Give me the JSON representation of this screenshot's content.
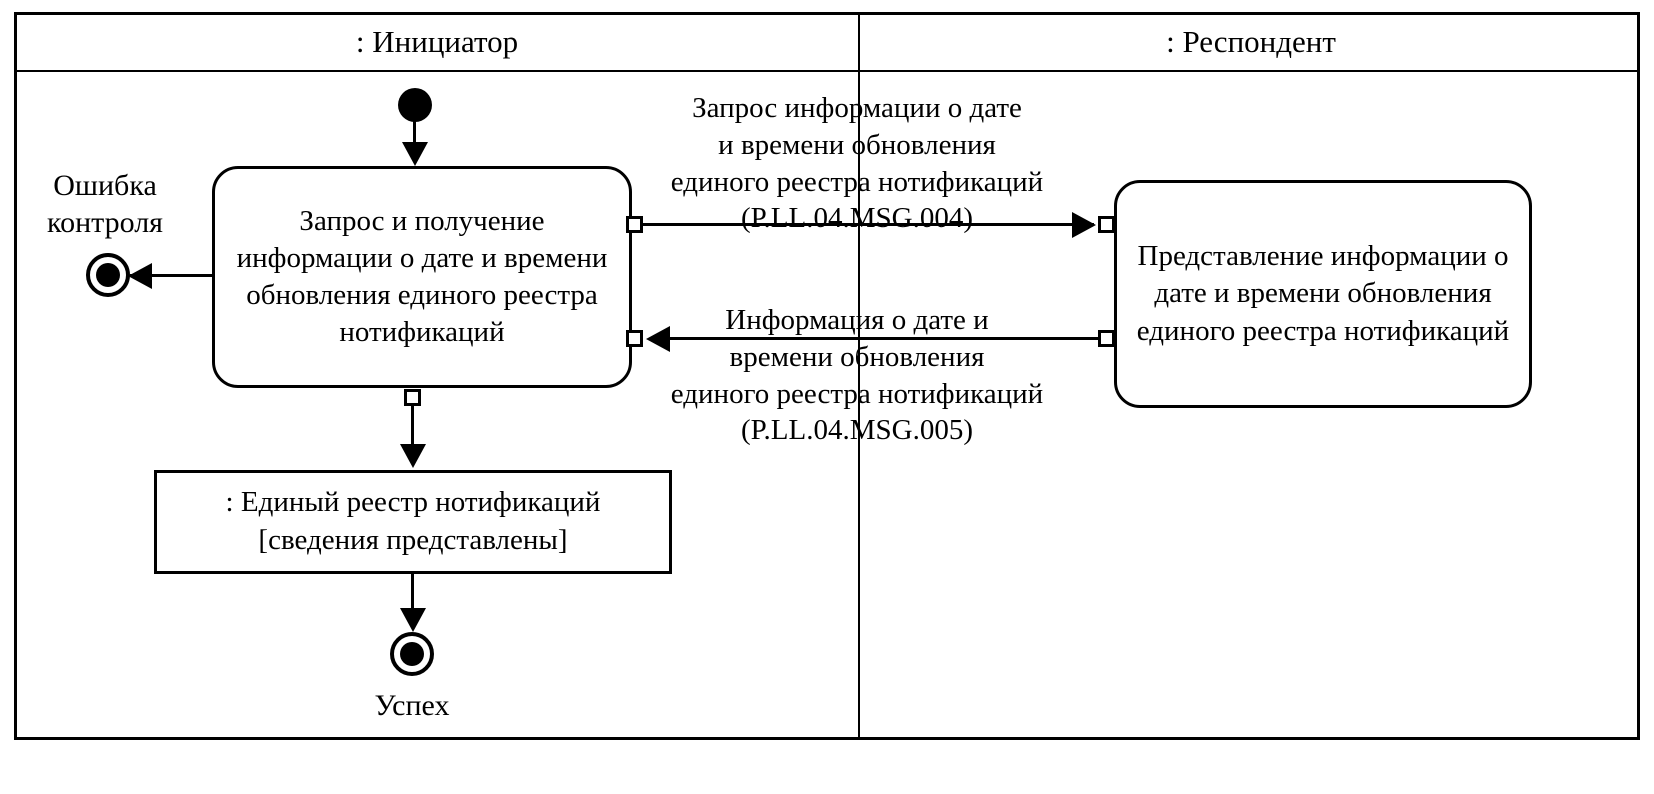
{
  "diagram": {
    "type": "uml-activity-diagram",
    "lanes": [
      {
        "id": "initiator",
        "title": ": Инициатор"
      },
      {
        "id": "respondent",
        "title": ": Респондент"
      }
    ],
    "nodes": {
      "initial": {
        "kind": "initial-node",
        "lane": "initiator"
      },
      "activity_left": {
        "kind": "activity",
        "lane": "initiator",
        "label": "Запрос и получение информации о дате и времени обновления единого реестра нотификаций"
      },
      "activity_right": {
        "kind": "activity",
        "lane": "respondent",
        "label": "Представление информации о дате и времени обновления единого реестра нотификаций"
      },
      "object_node": {
        "kind": "object-node",
        "lane": "initiator",
        "label_line1": ": Единый реестр нотификаций",
        "label_line2": "[сведения представлены]"
      },
      "final_error": {
        "kind": "final-node",
        "lane": "initiator",
        "label": "Ошибка\nконтроля"
      },
      "final_success": {
        "kind": "final-node",
        "lane": "initiator",
        "label": "Успех"
      }
    },
    "messages": [
      {
        "id": "msg004",
        "direction": "initiator-to-respondent",
        "label": "Запрос информации о дате\nи времени обновления\nединого реестра нотификаций\n(P.LL.04.MSG.004)",
        "code": "P.LL.04.MSG.004"
      },
      {
        "id": "msg005",
        "direction": "respondent-to-initiator",
        "label": "Информация о дате и\nвремени обновления\nединого реестра нотификаций\n(P.LL.04.MSG.005)",
        "code": "P.LL.04.MSG.005"
      }
    ],
    "colors": {
      "stroke": "#000000",
      "fill": "#ffffff"
    }
  }
}
